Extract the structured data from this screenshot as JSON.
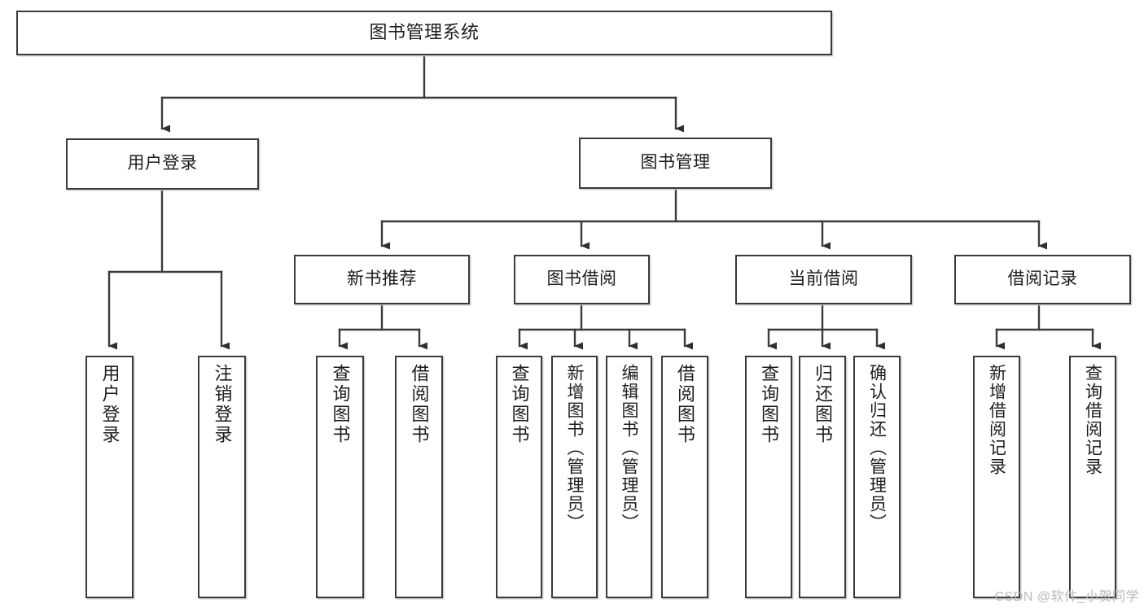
{
  "diagram": {
    "title": "图书管理系统",
    "type": "tree-hierarchy",
    "background_color": "#ffffff",
    "border_color": "#3b3b3b",
    "text_color": "#1d1d1d",
    "root": {
      "label": "图书管理系统"
    },
    "level2": [
      {
        "label": "用户登录"
      },
      {
        "label": "图书管理"
      }
    ],
    "level3": [
      {
        "label": "新书推荐"
      },
      {
        "label": "图书借阅"
      },
      {
        "label": "当前借阅"
      },
      {
        "label": "借阅记录"
      }
    ],
    "leaves": {
      "user_login": [
        {
          "label": "用户登录"
        },
        {
          "label": "注销登录"
        }
      ],
      "new_book_recommend": [
        {
          "label": "查询图书"
        },
        {
          "label": "借阅图书"
        }
      ],
      "book_borrow": [
        {
          "label": "查询图书"
        },
        {
          "label": "新增图书（管理员）"
        },
        {
          "label": "编辑图书（管理员）"
        },
        {
          "label": "借阅图书"
        }
      ],
      "current_borrow": [
        {
          "label": "查询图书"
        },
        {
          "label": "归还图书"
        },
        {
          "label": "确认归还（管理员）"
        }
      ],
      "borrow_records": [
        {
          "label": "新增借阅记录"
        },
        {
          "label": "查询借阅记录"
        }
      ]
    }
  },
  "watermark": {
    "text": "CSDN @软件_小贺同学"
  }
}
